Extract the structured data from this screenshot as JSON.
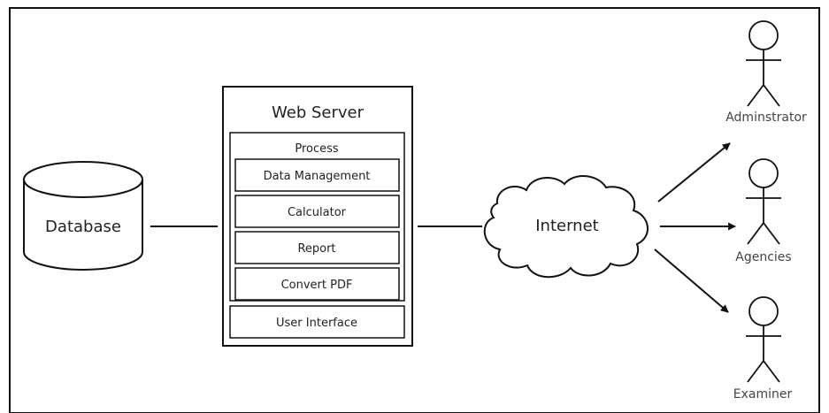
{
  "database": {
    "label": "Database"
  },
  "server": {
    "title": "Web Server",
    "process_label": "Process",
    "modules": [
      "Data Management",
      "Calculator",
      "Report",
      "Convert PDF"
    ],
    "ui_label": "User Interface"
  },
  "internet": {
    "label": "Internet"
  },
  "actors": [
    {
      "label": "Adminstrator"
    },
    {
      "label": "Agencies"
    },
    {
      "label": "Examiner"
    }
  ]
}
